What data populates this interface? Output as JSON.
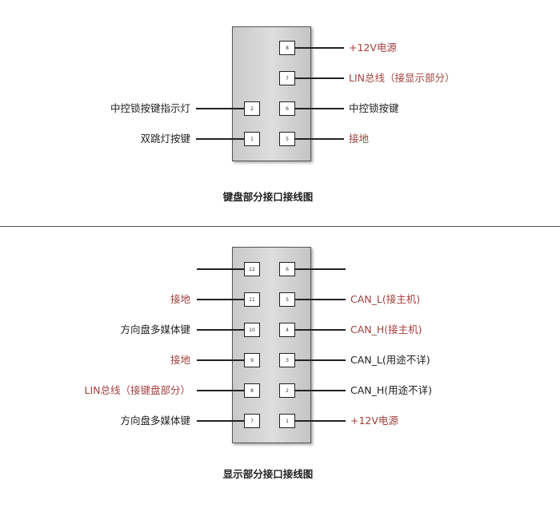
{
  "colors": {
    "normal": "#222222",
    "highlight": "#a0413f"
  },
  "diagrams": [
    {
      "caption": "键盘部分接口接线图",
      "rows": [
        {
          "left": null,
          "right": {
            "pin": "8",
            "label": "+12V电源",
            "highlight": true
          }
        },
        {
          "left": null,
          "right": {
            "pin": "7",
            "label": "LIN总线（接显示部分）",
            "highlight": true
          }
        },
        {
          "left": {
            "pin": "2",
            "label": "中控锁按键指示灯",
            "highlight": false
          },
          "right": {
            "pin": "6",
            "label": "中控锁按键",
            "highlight": false
          }
        },
        {
          "left": {
            "pin": "1",
            "label": "双跳灯按键",
            "highlight": false
          },
          "right": {
            "pin": "5",
            "label": "接地",
            "highlight": true
          }
        }
      ]
    },
    {
      "caption": "显示部分接口接线图",
      "rows": [
        {
          "left": {
            "pin": "12",
            "label": "",
            "highlight": false
          },
          "right": {
            "pin": "6",
            "label": "",
            "highlight": false
          }
        },
        {
          "left": {
            "pin": "11",
            "label": "接地",
            "highlight": true
          },
          "right": {
            "pin": "5",
            "label": "CAN_L(接主机)",
            "highlight": true
          }
        },
        {
          "left": {
            "pin": "10",
            "label": "方向盘多媒体键",
            "highlight": false
          },
          "right": {
            "pin": "4",
            "label": "CAN_H(接主机)",
            "highlight": true
          }
        },
        {
          "left": {
            "pin": "9",
            "label": "接地",
            "highlight": true
          },
          "right": {
            "pin": "3",
            "label": "CAN_L(用途不详)",
            "highlight": false
          }
        },
        {
          "left": {
            "pin": "8",
            "label": "LIN总线（接键盘部分）",
            "highlight": true
          },
          "right": {
            "pin": "2",
            "label": "CAN_H(用途不详)",
            "highlight": false
          }
        },
        {
          "left": {
            "pin": "7",
            "label": "方向盘多媒体键",
            "highlight": false
          },
          "right": {
            "pin": "1",
            "label": "+12V电源",
            "highlight": true
          }
        }
      ]
    }
  ]
}
